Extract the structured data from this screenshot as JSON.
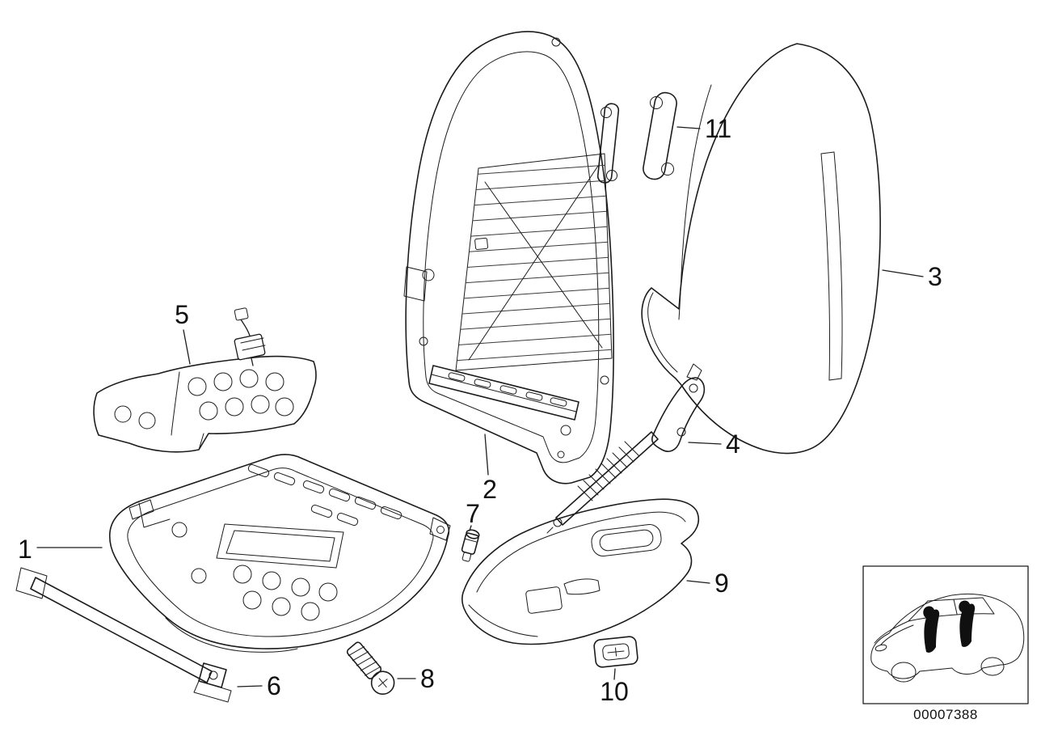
{
  "diagram": {
    "kind": "exploded-parts-diagram",
    "colors": {
      "background": "#ffffff",
      "line": "#1c1c1c"
    },
    "part_code": "00007388",
    "callouts": [
      {
        "label": "1"
      },
      {
        "label": "2"
      },
      {
        "label": "3"
      },
      {
        "label": "4"
      },
      {
        "label": "5"
      },
      {
        "label": "6"
      },
      {
        "label": "7"
      },
      {
        "label": "8"
      },
      {
        "label": "9"
      },
      {
        "label": "10"
      },
      {
        "label": "11"
      }
    ]
  }
}
